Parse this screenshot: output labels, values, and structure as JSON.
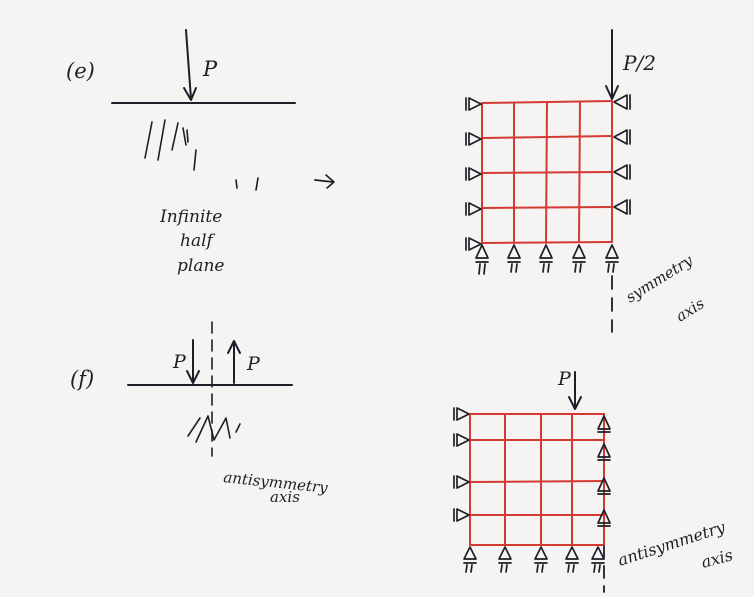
{
  "case_e": {
    "label": "(e)",
    "load_left": "P",
    "region_label": [
      "Infinite",
      "half",
      "plane"
    ],
    "load_right": "P/2",
    "axis_label": [
      "symmetry",
      "axis"
    ]
  },
  "case_f": {
    "label": "(f)",
    "load_down": "P",
    "load_up": "P",
    "axis_label_left": [
      "antisymmetry",
      "axis"
    ],
    "load_right": "P",
    "axis_label_right": [
      "antisymmetry",
      "axis"
    ]
  },
  "colors": {
    "ink": "#1e1e28",
    "mesh": "#d43a32",
    "paper": "#f5f4f2"
  }
}
